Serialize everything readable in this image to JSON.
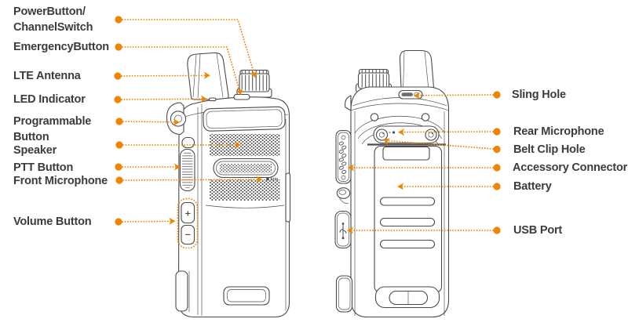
{
  "colors": {
    "accent": "#F08300",
    "line_art": "#4A4A4A",
    "label_text": "#3C3C3C",
    "background": "#FFFFFF"
  },
  "labels": {
    "left": [
      {
        "id": "power-channel-switch",
        "text": "PowerButton/\nChannelSwitch"
      },
      {
        "id": "emergency-button",
        "text": "EmergencyButton"
      },
      {
        "id": "lte-antenna",
        "text": "LTE Antenna"
      },
      {
        "id": "led-indicator",
        "text": "LED Indicator"
      },
      {
        "id": "programmable-button",
        "text": "Programmable\nButton"
      },
      {
        "id": "speaker",
        "text": "Speaker"
      },
      {
        "id": "ptt-button",
        "text": "PTT Button"
      },
      {
        "id": "front-microphone",
        "text": "Front Microphone"
      },
      {
        "id": "volume-button",
        "text": "Volume Button"
      }
    ],
    "right": [
      {
        "id": "sling-hole",
        "text": "Sling Hole"
      },
      {
        "id": "rear-microphone",
        "text": "Rear Microphone"
      },
      {
        "id": "belt-clip-hole",
        "text": "Belt Clip Hole"
      },
      {
        "id": "accessory-connector",
        "text": "Accessory Connector"
      },
      {
        "id": "battery",
        "text": "Battery"
      },
      {
        "id": "usb-port",
        "text": "USB Port"
      }
    ]
  },
  "device_glyphs": {
    "volume_up": "+",
    "volume_down": "−"
  }
}
